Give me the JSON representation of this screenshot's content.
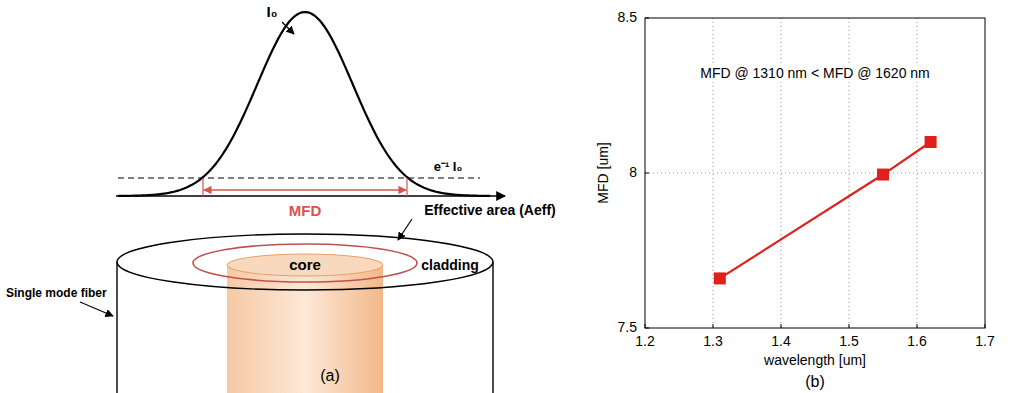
{
  "diagram": {
    "labels": [
      "I₀",
      "e⁻¹ I₀",
      "MFD",
      "Effective area (Aeff)",
      "core",
      "cladding",
      "Single mode fiber",
      "(a)",
      "MFD @ 1310 nm < MFD @ 1620 nm",
      "7.5",
      "8",
      "8.5",
      "1.2",
      "1.3",
      "1.4",
      "1.5",
      "1.6",
      "1.7",
      "MFD [um]",
      "wavelength [um]",
      "(b)"
    ]
  }
}
